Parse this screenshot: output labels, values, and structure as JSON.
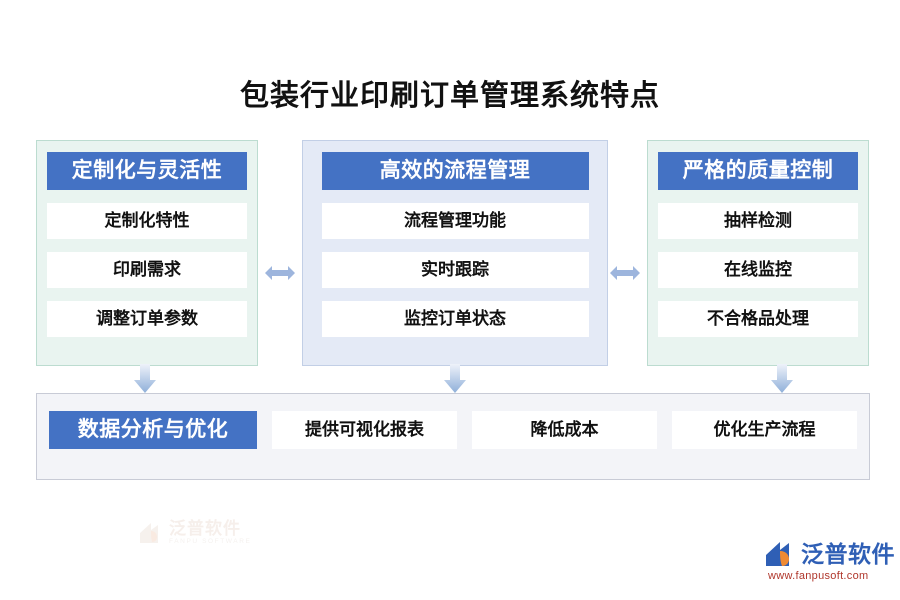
{
  "title": "包装行业印刷订单管理系统特点",
  "colors": {
    "header_blue": "#4472c4",
    "green_panel_bg": "#e9f4f0",
    "green_panel_border": "#bcdcd0",
    "blue_panel_bg": "#e4eaf6",
    "blue_panel_border": "#c2cfe6",
    "bottom_panel_bg": "#f3f4f8",
    "bottom_panel_border": "#c8cbd6",
    "arrow_blue": "#9db5dd",
    "logo_blue": "#2f5fb5",
    "logo_url_red": "#b0372c",
    "text_dark": "#111111"
  },
  "columns": [
    {
      "header": "定制化与灵活性",
      "items": [
        "定制化特性",
        "印刷需求",
        "调整订单参数"
      ]
    },
    {
      "header": "高效的流程管理",
      "items": [
        "流程管理功能",
        "实时跟踪",
        "监控订单状态"
      ]
    },
    {
      "header": "严格的质量控制",
      "items": [
        "抽样检测",
        "在线监控",
        "不合格品处理"
      ]
    }
  ],
  "bottom": {
    "header": "数据分析与优化",
    "items": [
      "提供可视化报表",
      "降低成本",
      "优化生产流程"
    ]
  },
  "watermarks": [
    {
      "cn": "泛普软件",
      "en": "FANPU SOFTWARE"
    },
    {
      "cn": "泛普软件",
      "en": "FANPU SOFTWARE"
    }
  ],
  "logo": {
    "cn": "泛普软件",
    "url": "www.fanpusoft.com"
  }
}
